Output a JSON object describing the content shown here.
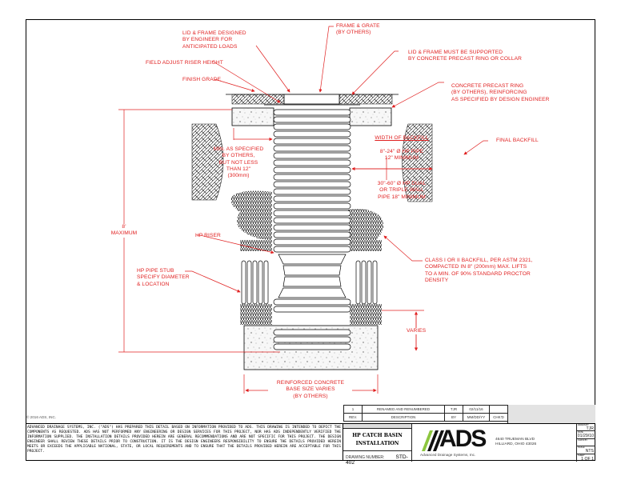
{
  "drawing": {
    "callouts": {
      "lid_frame_designed": "LID & FRAME DESIGNED\nBY ENGINEER FOR\nANTICIPATED LOADS",
      "field_adjust": "FIELD ADJUST RISER HEIGHT",
      "finish_grade": "FINISH GRADE",
      "frame_grate": "FRAME & GRATE\n(BY OTHERS)",
      "lid_supported": "LID & FRAME MUST BE SUPPORTED\nBY CONCRETE PRECAST RING OR COLLAR",
      "precast_ring": "CONCRETE PRECAST RING\n(BY OTHERS), REINFORCING\nAS SPECIFIED BY DESIGN ENGINEER",
      "width_of_backfill": "WIDTH OF BACKFILL",
      "pipe_8_24": "8\"-24\" Ø HP PIPE\n12\" MINIMUM",
      "pipe_30_60": "30\"-60\" Ø HP DUAL\nOR TRIPLE WALL\nPIPE 18\" MINIMUM",
      "final_backfill": "FINAL BACKFILL",
      "min_as_specified": "MIN. AS SPECIFIED\nBY OTHERS,\nBUT NOT LESS\nTHAN 12\"\n(300mm)",
      "max_height": "8'\nMAXIMUM",
      "hp_riser": "HP RISER",
      "hp_pipe_stub": "HP PIPE STUB\nSPECIFY DIAMETER\n& LOCATION",
      "class_backfill": "CLASS I OR II BACKFILL, PER ASTM 2321,\nCOMPACTED IN 8\" (200mm) MAX. LIFTS\nTO A MIN. OF 90% STANDARD PROCTOR\nDENSITY",
      "varies": "VARIES",
      "base": "REINFORCED CONCRETE\nBASE SIZE VARIES\n(BY OTHERS)"
    }
  },
  "copyright": "© 2016 ADS, INC.",
  "disclaimer": "ADVANCED DRAINAGE SYSTEMS, INC. (\"ADS\") HAS PREPARED THIS DETAIL BASED ON INFORMATION PROVIDED TO ADS. THIS DRAWING IS INTENDED TO DEPICT THE COMPONENTS AS REQUESTED. ADS HAS NOT PERFORMED ANY ENGINEERING OR DESIGN SERVICES FOR THIS PROJECT, NOR HAS ADS INDEPENDENTLY VERIFIED THE INFORMATION SUPPLIED. THE INSTALLATION DETAILS PROVIDED HEREIN ARE GENERAL RECOMMENDATIONS AND ARE NOT SPECIFIC FOR THIS PROJECT. THE DESIGN ENGINEER SHALL REVIEW THESE DETAILS PRIOR TO CONSTRUCTION. IT IS THE DESIGN ENGINEERS RESPONSIBILITY TO ENSURE THE DETAILS PROVIDED HEREIN MEETS OR EXCEEDS THE APPLICABLE NATIONAL, STATE, OR LOCAL REQUIREMENTS AND TO ENSURE THAT THE DETAILS PROVIDED HEREIN ARE ACCEPTABLE FOR THIS PROJECT.",
  "revisions": {
    "rows": [
      {
        "rev": "1",
        "description": "RENAMED AND RENUMBERED",
        "by": "TJR",
        "date": "02/11/16",
        "chkd": ""
      }
    ],
    "header": {
      "rev": "REV.",
      "description": "DESCRIPTION",
      "by": "BY",
      "date": "MM/DD/YY",
      "chkd": "CHK'D"
    }
  },
  "title_block": {
    "title_line1": "HP CATCH BASIN",
    "title_line2": "INSTALLATION",
    "drawing_number_label": "DRAWING NUMBER:",
    "drawing_number": "STD-402",
    "logo": "ADS",
    "logo_sub": "Advanced Drainage Systems, Inc.",
    "address_line1": "4640 TRUEMAN BLVD",
    "address_line2": "HILLIARD, OHIO 43026",
    "drawn_by_label": "DRAWN BY",
    "drawn_by": "TJR",
    "date_label": "DATE",
    "date": "01/29/10",
    "checked_by_label": "CHK'D BY",
    "checked_by": "",
    "scale_label": "SCALE",
    "scale": "NTS",
    "sheet_label": "SHEET",
    "sheet": "1 OF 1"
  },
  "colors": {
    "annotation": "#e02020",
    "line": "#000000",
    "logo_green": "#8dc63f"
  }
}
